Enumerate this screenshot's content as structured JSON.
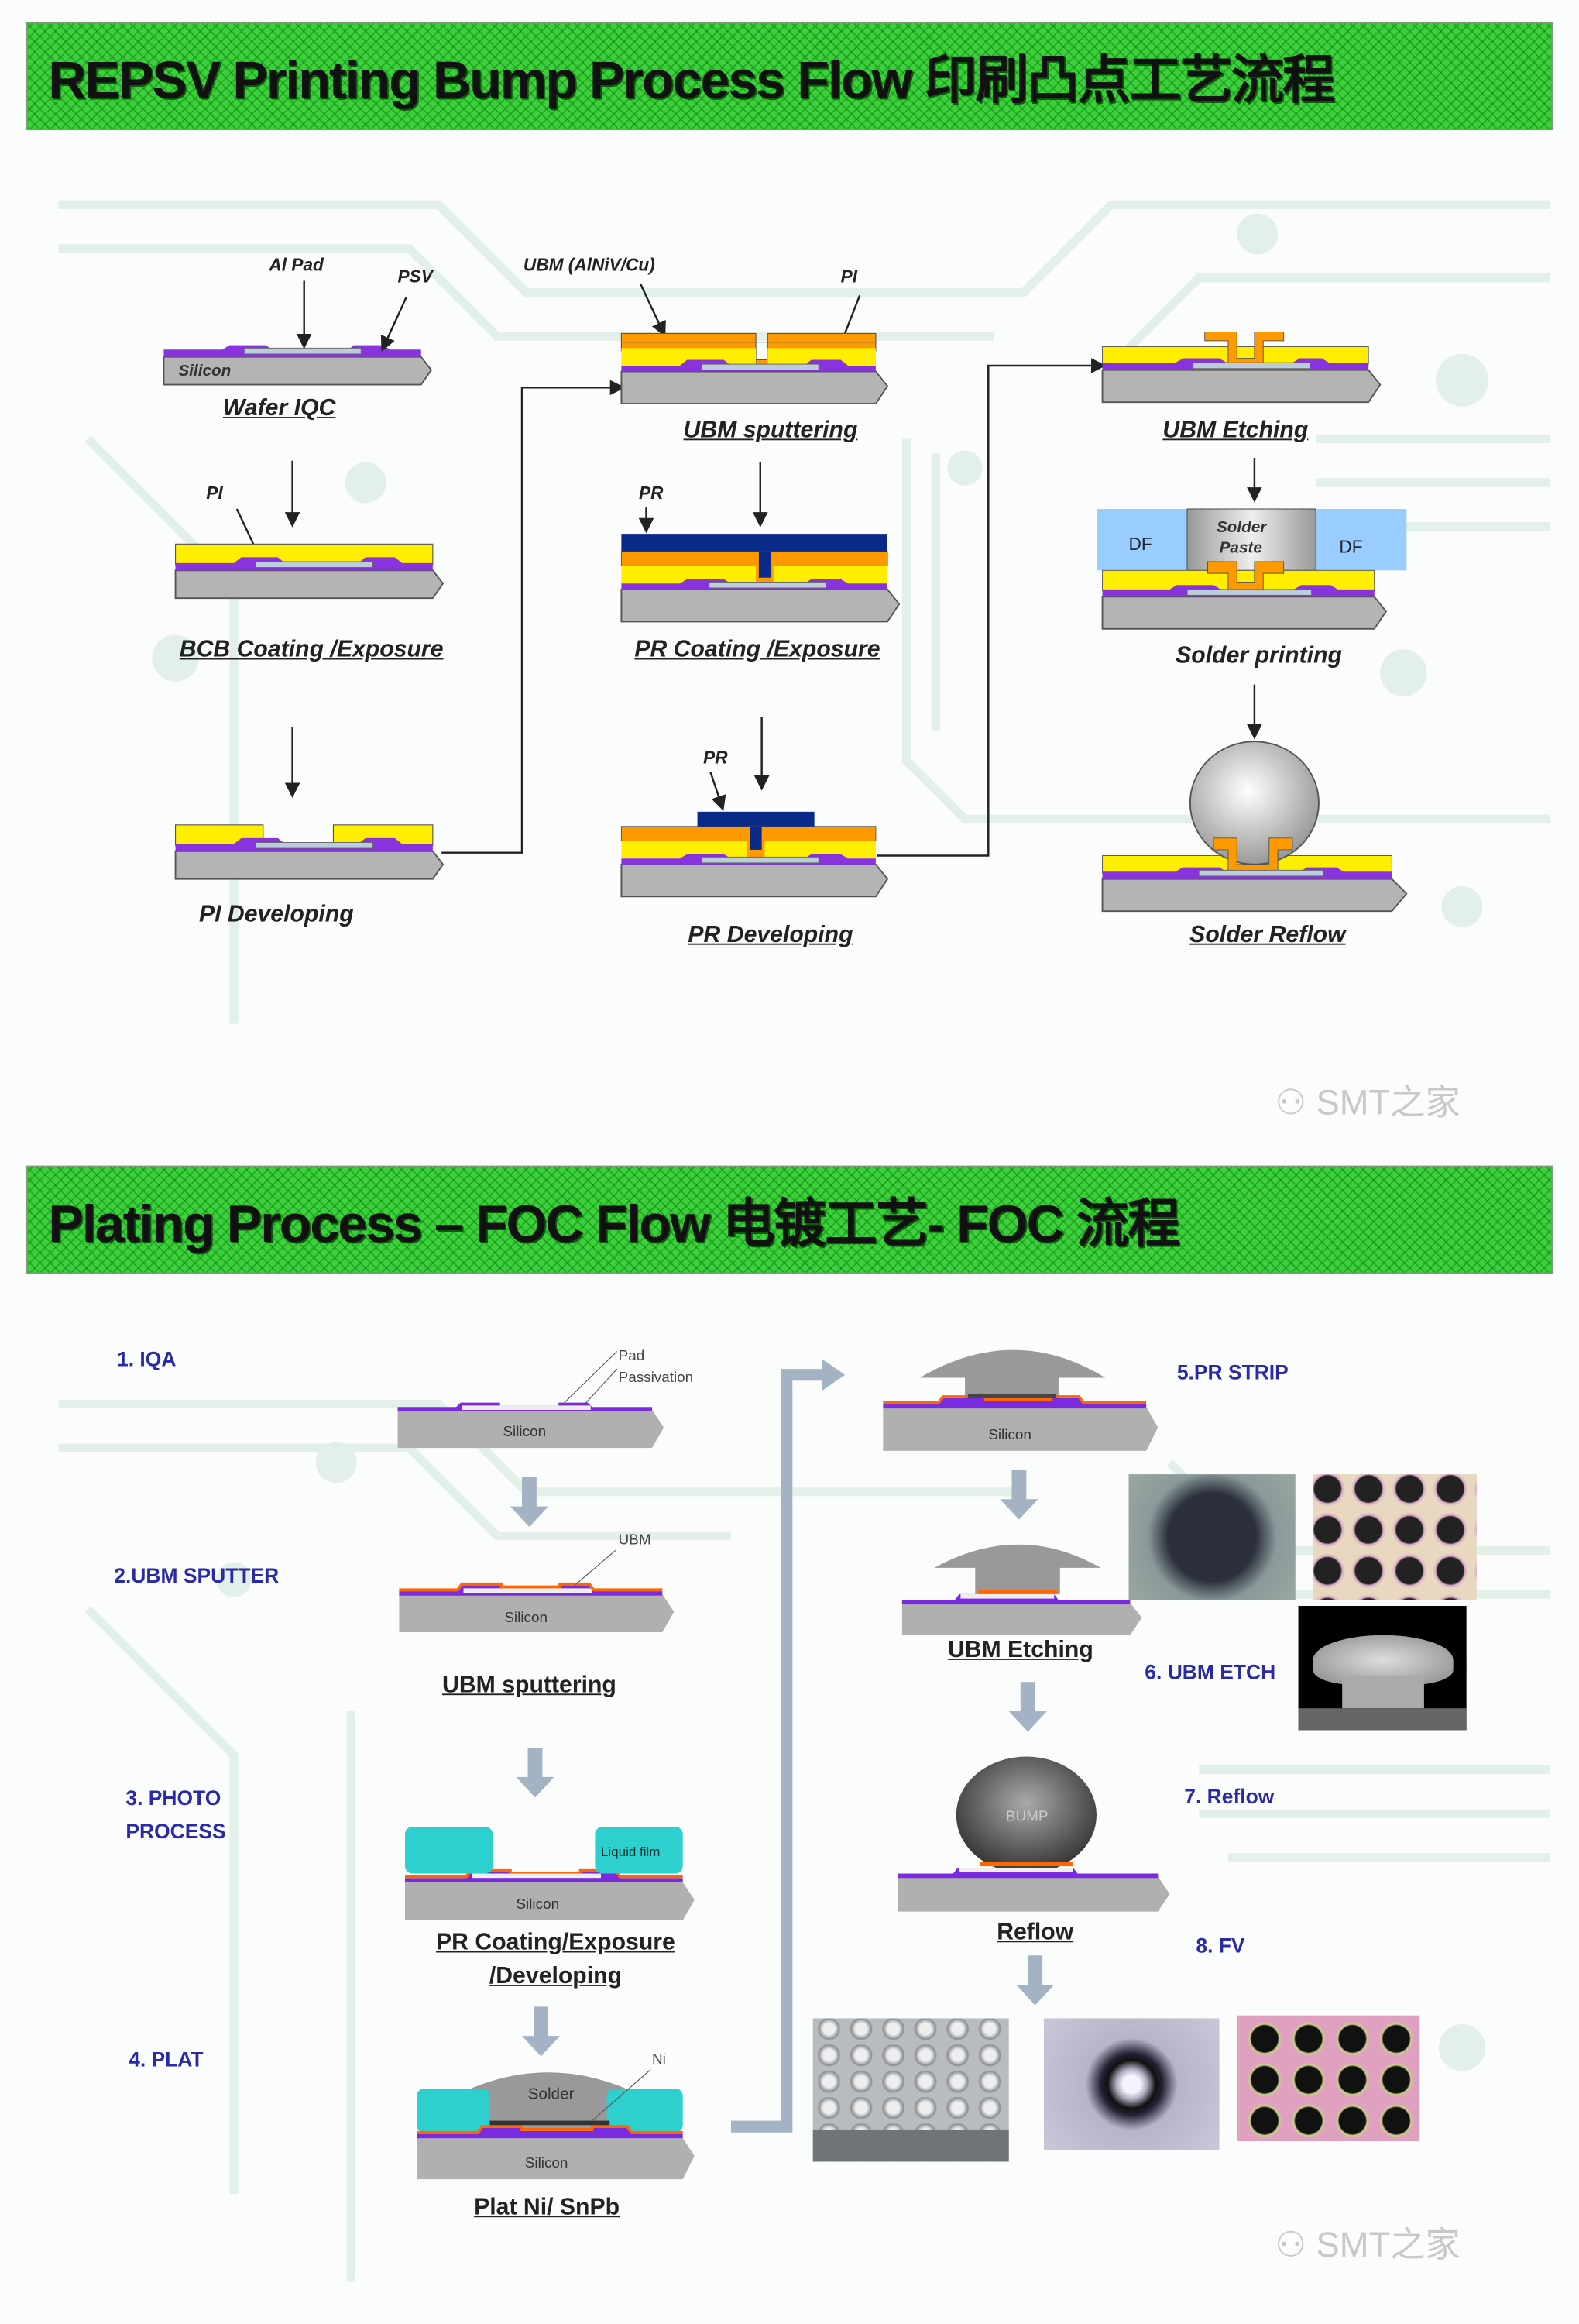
{
  "section1": {
    "title": "REPSV Printing Bump Process Flow   印刷凸点工艺流程",
    "steps": [
      {
        "caption": "Wafer IQC",
        "labels": [
          "Al Pad",
          "PSV",
          "Silicon"
        ]
      },
      {
        "caption": "BCB Coating /Exposure",
        "labels": [
          "PI"
        ]
      },
      {
        "caption": "PI Developing"
      },
      {
        "caption": "UBM sputtering",
        "labels": [
          "UBM (AlNiV/Cu)",
          "PI"
        ]
      },
      {
        "caption": "PR Coating /Exposure",
        "labels": [
          "PR"
        ]
      },
      {
        "caption": "PR Developing",
        "labels": [
          "PR"
        ]
      },
      {
        "caption": "UBM Etching"
      },
      {
        "caption": "Solder printing",
        "labels": [
          "DF",
          "Solder",
          "Paste",
          "DF"
        ]
      },
      {
        "caption": "Solder Reflow"
      }
    ],
    "watermark": "SMT之家"
  },
  "section2": {
    "title": "Plating Process – FOC Flow   电镀工艺- FOC 流程",
    "stage_labels": [
      "1. IQA",
      "2.UBM SPUTTER",
      "3. PHOTO",
      "PROCESS",
      "4. PLAT",
      "5.PR STRIP",
      "6. UBM ETCH",
      "7.  Reflow",
      "8. FV"
    ],
    "diagram_labels": {
      "pad": "Pad",
      "passivation": "Passivation",
      "silicon": "Silicon",
      "ubm": "UBM",
      "liquid_film": "Liquid film",
      "solder": "Solder",
      "ni": "Ni",
      "bump": "BUMP"
    },
    "captions": {
      "ubm_sputtering": "UBM sputtering",
      "pr_coating_1": "PR Coating/Exposure",
      "pr_coating_2": "/Developing",
      "plat": "Plat Ni/ SnPb",
      "ubm_etching": "UBM Etching",
      "reflow": "Reflow"
    },
    "watermark": "SMT之家"
  },
  "colors": {
    "banner": "#3bd13b",
    "silicon": "#b4b4b4",
    "passivation": "#8833dd",
    "pi": "#ffee00",
    "ubm": "#ff9900",
    "pr": "#0a2a8a",
    "df": "#99ccff",
    "liquid_film": "#2ecfcf",
    "label_blue": "#2a2aa8"
  }
}
